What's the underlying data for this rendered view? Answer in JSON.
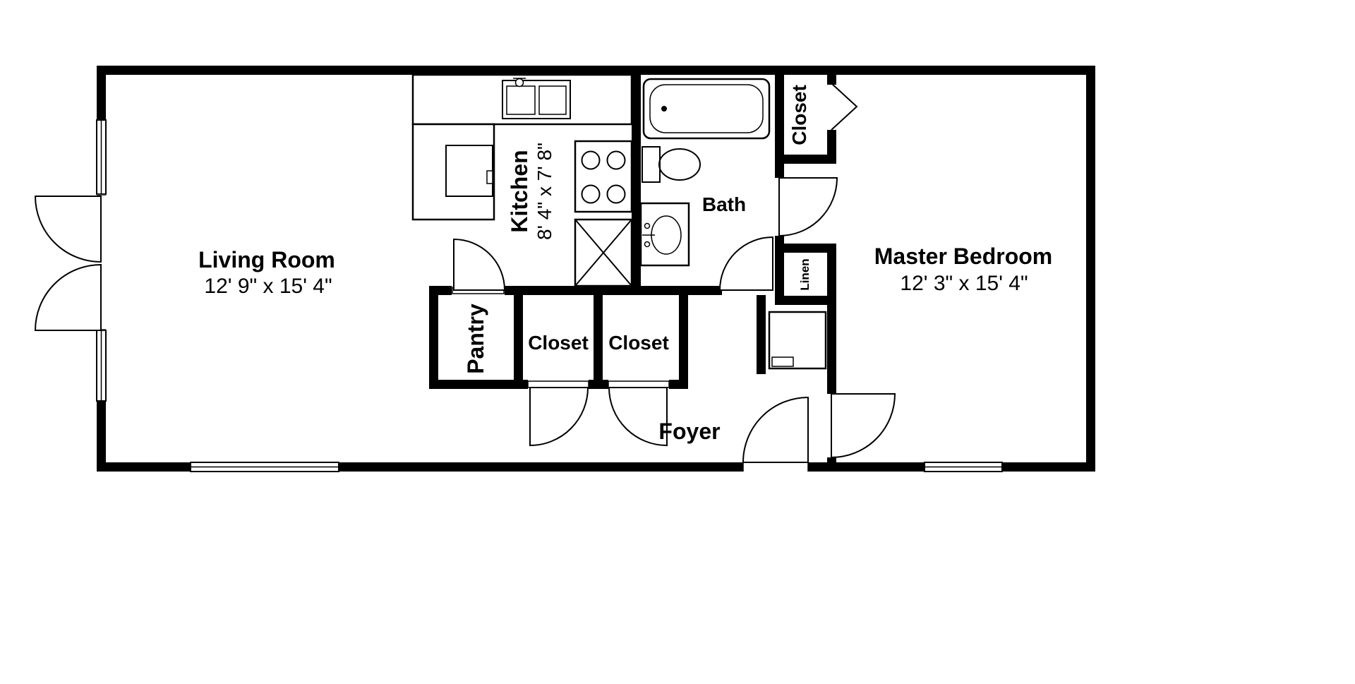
{
  "rooms": {
    "living_room": {
      "name": "Living Room",
      "dims": "12' 9\" x 15' 4\""
    },
    "kitchen": {
      "name": "Kitchen",
      "dims": "8' 4\" x 7' 8\""
    },
    "bath": {
      "name": "Bath"
    },
    "closet_upper": {
      "name": "Closet"
    },
    "linen": {
      "name": "Linen"
    },
    "master_bedroom": {
      "name": "Master Bedroom",
      "dims": "12' 3\" x 15' 4\""
    },
    "pantry": {
      "name": "Pantry"
    },
    "closet_left": {
      "name": "Closet"
    },
    "closet_right": {
      "name": "Closet"
    },
    "foyer": {
      "name": "Foyer"
    }
  },
  "colors": {
    "wall": "#000000",
    "floor": "#ffffff"
  }
}
